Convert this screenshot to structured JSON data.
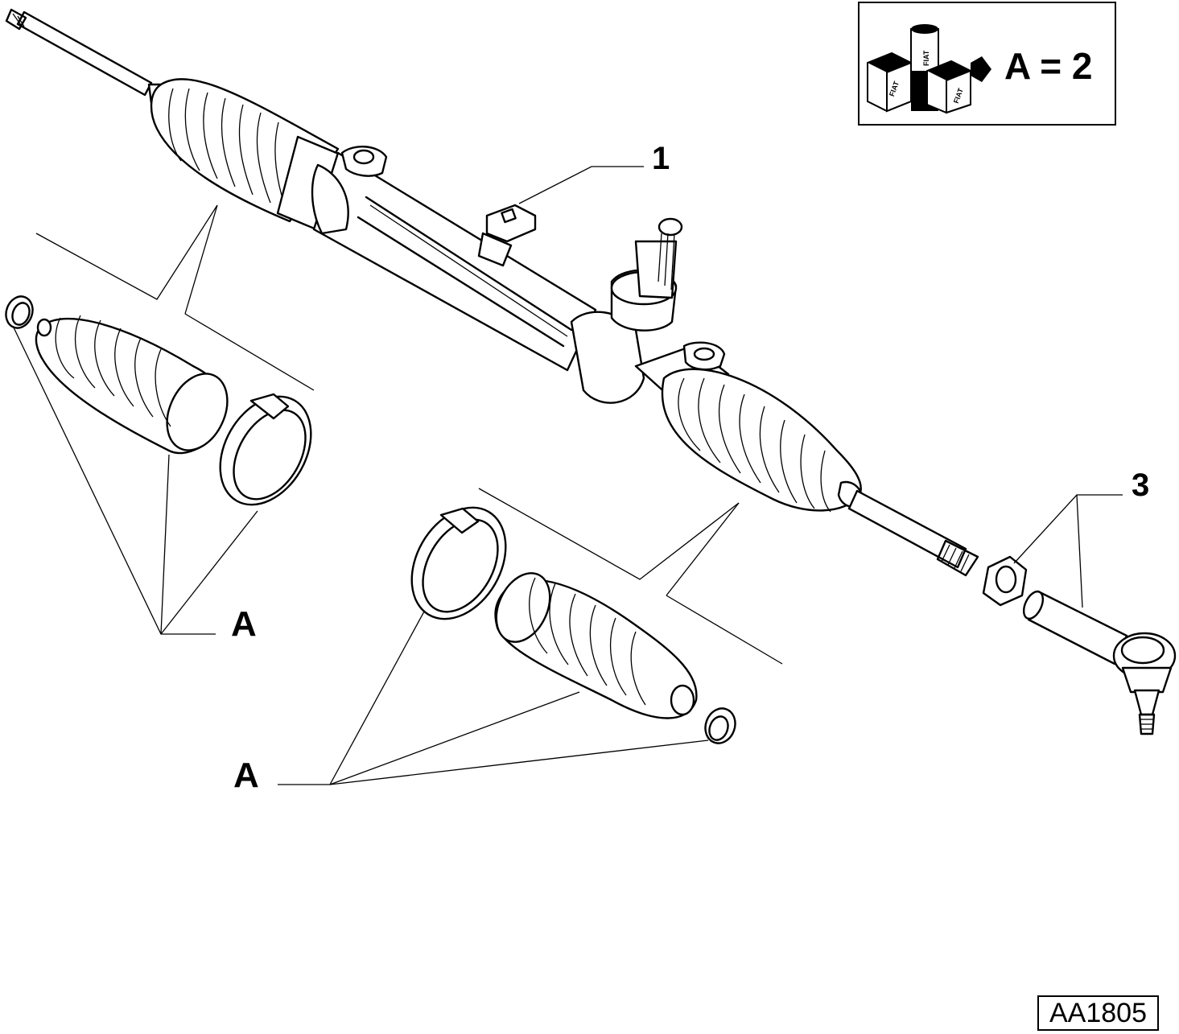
{
  "legend": {
    "text": "A = 2",
    "icon": "kit-boxes-icon",
    "box_brand": "FIAT"
  },
  "callouts": {
    "steering_rack": "1",
    "tie_rod_end_kit": "3",
    "boot_kit_left": "A",
    "boot_kit_right": "A"
  },
  "drawing_code": "AA1805"
}
